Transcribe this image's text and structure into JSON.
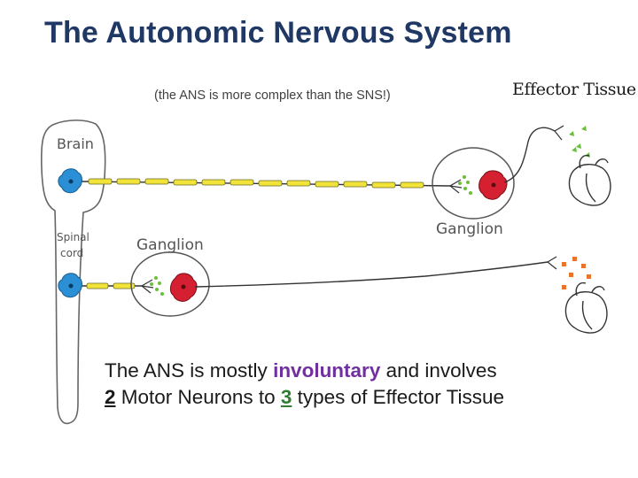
{
  "title": "The Autonomic Nervous System",
  "subtitle": "(the ANS is more complex than the SNS!)",
  "effector_label": "Effector Tissue",
  "labels": {
    "brain": "Brain",
    "spinal_cord_line1": "Spinal",
    "spinal_cord_line2": "cord",
    "ganglion_left": "Ganglion",
    "ganglion_right": "Ganglion"
  },
  "caption": {
    "line1_pre": "The ANS is mostly ",
    "line1_highlight": "involuntary",
    "line1_post": " and involves",
    "line2_num1": "2",
    "line2_mid": " Motor Neurons to ",
    "line2_num2": "3",
    "line2_post": " types of Effector Tissue"
  },
  "colors": {
    "title": "#1f3864",
    "highlight": "#7030a0",
    "myelin": "#f2e33a",
    "cell_body_cns": "#2b8fd6",
    "cell_body_ganglion": "#d42030",
    "neurotransmitter_ach": "#6abf3a",
    "neurotransmitter_ne": "#e8752a"
  }
}
